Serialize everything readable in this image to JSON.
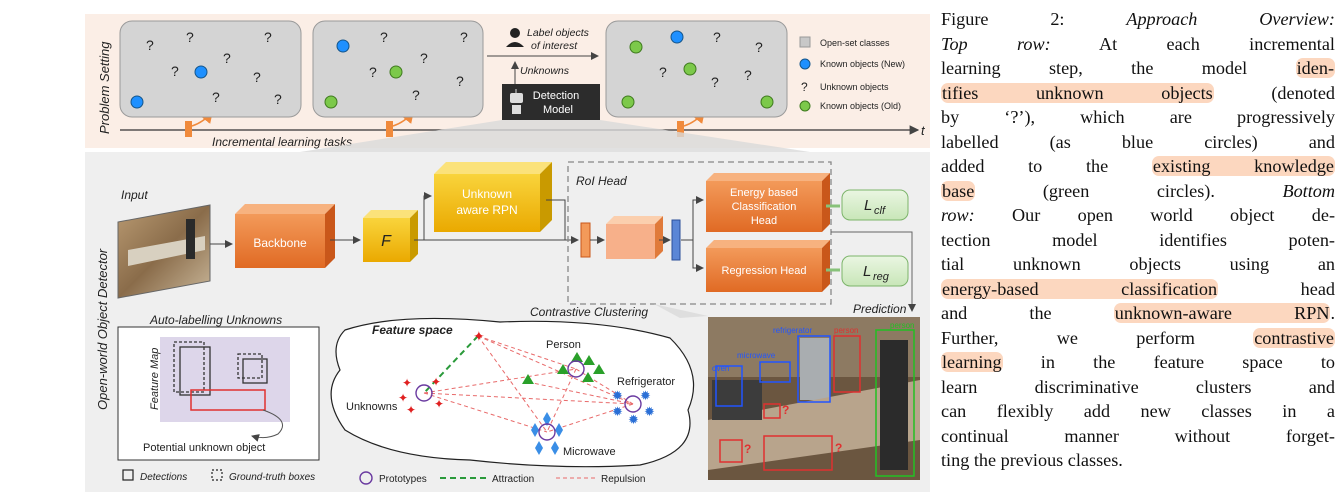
{
  "figure": {
    "top": {
      "side_label": "Problem Setting",
      "legend": {
        "open_set": "Open-set classes",
        "known_new": "Known objects (New)",
        "unknown": "Unknown objects",
        "known_old": "Known objects (Old)",
        "question_glyph": "?"
      },
      "label_objects": [
        "Label objects",
        "of interest"
      ],
      "unknowns": "Unknowns",
      "detection_model": [
        "Detection",
        "Model"
      ],
      "tasks_label": "Incremental learning tasks",
      "t_label": "t",
      "question": "?"
    },
    "bottom": {
      "side_label": "Open-world Object Detector",
      "input": "Input",
      "backbone": "Backbone",
      "f": "F",
      "rpn": [
        "Unknown",
        "aware RPN"
      ],
      "roi_head": "RoI Head",
      "energy_head": [
        "Energy based",
        "Classification",
        "Head"
      ],
      "regression_head": "Regression Head",
      "l_clf": "L",
      "l_clf_sub": "clf",
      "l_reg": "L",
      "l_reg_sub": "reg",
      "prediction": "Prediction",
      "auto_labelling": "Auto-labelling Unknowns",
      "feature_map": "Feature Map",
      "potential_unknown": "Potential unknown object",
      "detections": "Detections",
      "gt_boxes": "Ground-truth boxes",
      "contrastive": "Contrastive Clustering",
      "feature_space": "Feature space",
      "person": "Person",
      "refrigerator": "Refrigerator",
      "unknowns": "Unknowns",
      "microwave": "Microwave",
      "prototypes": "Prototypes",
      "attraction": "Attraction",
      "repulsion": "Repulsion",
      "pred_labels": {
        "refrigerator": "refrigerator",
        "microwave": "microwave",
        "oven": "oven",
        "person": "person",
        "person2": "person"
      }
    }
  },
  "caption": {
    "lines": [
      [
        "Figure 2:  ",
        {
          "i": "Approach Overview:"
        }
      ],
      [
        {
          "i": "Top row:"
        },
        "  At each incremental"
      ],
      [
        "learning step, the model ",
        {
          "h": "iden-"
        }
      ],
      [
        {
          "h": "tifies unknown objects"
        },
        " (denoted"
      ],
      [
        "by ‘?’), which are progressively"
      ],
      [
        "labelled (as blue circles) and"
      ],
      [
        "added to the ",
        {
          "h": "existing knowledge"
        }
      ],
      [
        {
          "h": "base"
        },
        " (green circles).    ",
        {
          "i": "Bottom"
        }
      ],
      [
        {
          "i": "row:"
        },
        " Our open world object de-"
      ],
      [
        "tection model identifies poten-"
      ],
      [
        "tial unknown objects using an"
      ],
      [
        {
          "h": "energy-based classification"
        },
        " head"
      ],
      [
        "and the ",
        {
          "h": "unknown-aware RPN"
        },
        "."
      ],
      [
        "Further, we perform ",
        {
          "h": "contrastive"
        }
      ],
      [
        {
          "h": "learning"
        },
        " in the feature space to"
      ],
      [
        "learn discriminative clusters and"
      ],
      [
        "can flexibly add new classes in a"
      ],
      [
        "continual manner without forget-"
      ],
      [
        "ting the previous classes."
      ]
    ]
  }
}
